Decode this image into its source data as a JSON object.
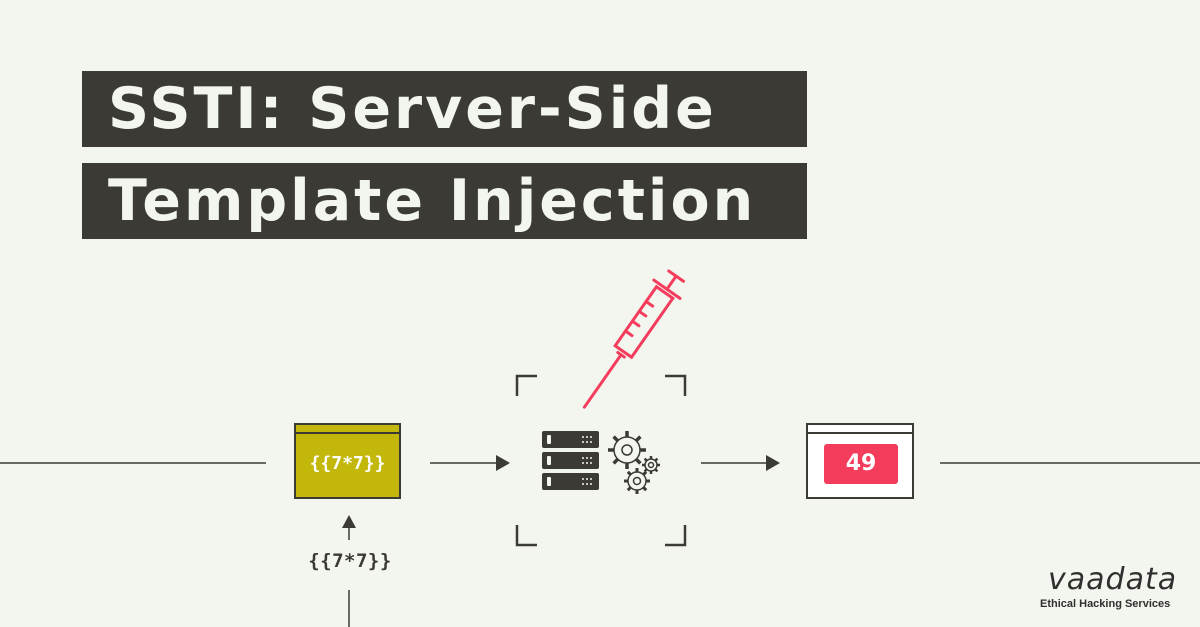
{
  "title": {
    "line1": "SSTI: Server-Side",
    "line2": "Template Injection"
  },
  "diagram": {
    "template_box_text": "{{7*7}}",
    "payload_input_text": "{{7*7}}",
    "result_value": "49",
    "server_icon": "server-rack-icon",
    "gears_icon": "gears-icon",
    "syringe_icon": "syringe-icon"
  },
  "brand": {
    "logo_text": "vaadata",
    "tagline": "Ethical Hacking Services"
  },
  "colors": {
    "background": "#f3f6ee",
    "dark": "#3b3a35",
    "template_box": "#c2b70a",
    "accent_red": "#f43d5d"
  }
}
